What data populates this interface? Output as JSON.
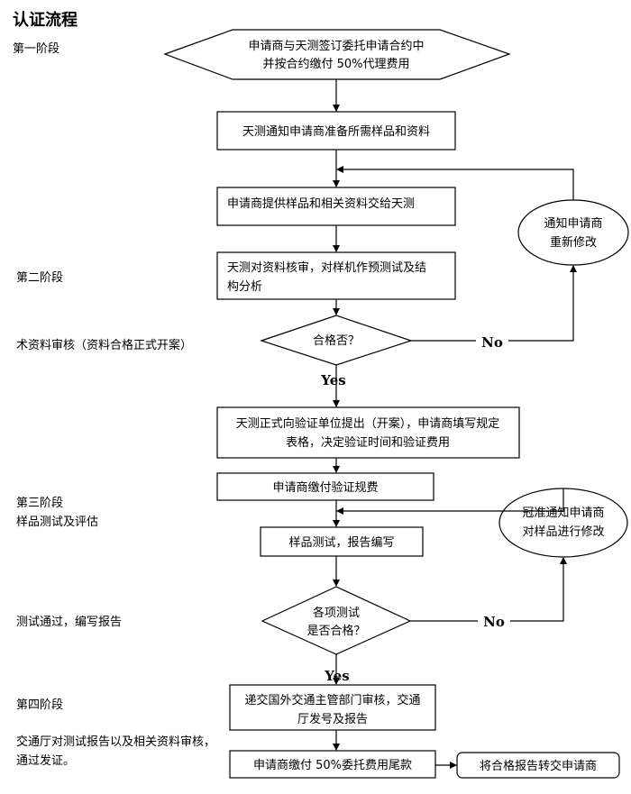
{
  "title": "认证流程",
  "stages": {
    "s1": "第一阶段",
    "s2": "第二阶段",
    "s2_desc": "术资料审核（资料合格正式开案）",
    "s3": "第三阶段",
    "s3_desc": "样品测试及评估",
    "s3_pass": "测试通过，编写报告",
    "s4": "第四阶段",
    "s4_desc_1": "交通厅对测试报告以及相关资料审核，",
    "s4_desc_2": "通过发证。"
  },
  "nodes": {
    "start_1": "申请商与天测签订委托申请合约中",
    "start_2": "并按合约缴付 50%代理费用",
    "notify_samples": "天测通知申请商准备所需样品和资料",
    "provide_samples": "申请商提供样品和相关资料交给天测",
    "review_1": "天测对资料核审，对样机作预测试及结",
    "review_2": "构分析",
    "decision_1": "合格否？",
    "formal_1": "天测正式向验证单位提出（开案），申请商填写规定",
    "formal_2": "表格，决定验证时间和验证费用",
    "pay_fee": "申请商缴付验证规费",
    "sample_test": "样品测试，报告编写",
    "decision_2_1": "各项测试",
    "decision_2_2": "是否合格？",
    "submit_1": "递交国外交通主管部门审核，交通",
    "submit_2": "厅发号及报告",
    "final_pay": "申请商缴付 50%委托费用尾款",
    "deliver_report": "将合格报告转交申请商",
    "feedback_1_1": "通知申请商",
    "feedback_1_2": "重新修改",
    "feedback_2_1": "冠准通知申请商",
    "feedback_2_2": "对样品进行修改"
  },
  "labels": {
    "no_1": "No",
    "yes_1": "Yes",
    "no_2": "No",
    "yes_2": "Yes"
  }
}
